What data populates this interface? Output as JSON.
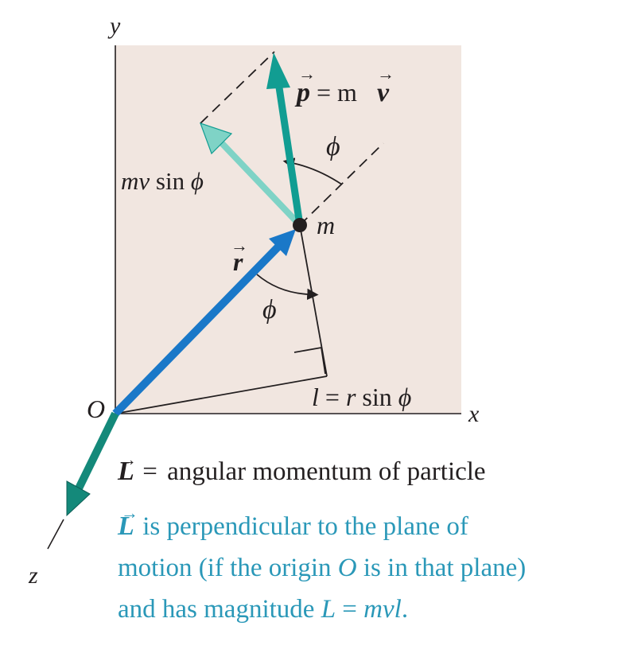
{
  "axes": {
    "x": "x",
    "y": "y",
    "z": "z",
    "origin": "O"
  },
  "labels": {
    "mass": "m",
    "p_vec": "p",
    "p_eq": " = m",
    "v_vec": "v",
    "r_vec": "r",
    "phi_top": "ϕ",
    "phi_bottom": "ϕ",
    "perp_component_1": "mv",
    "perp_component_2": " sin ",
    "perp_component_3": "ϕ",
    "lever_1": "l",
    "lever_2": " = ",
    "lever_3": "r",
    "lever_4": " sin ",
    "lever_5": "ϕ",
    "arrow_glyph": "→"
  },
  "definition": {
    "symbol": "L",
    "equals": " = ",
    "text": "angular momentum of particle"
  },
  "caption": {
    "line1_symbol": "L",
    "line1_text": " is perpendicular to the plane of",
    "line2_a": "motion (if the origin ",
    "line2_o": "O",
    "line2_b": " is in that plane)",
    "line3_a": "and has magnitude ",
    "line3_l": "L",
    "line3_eq": " = ",
    "line3_mvl": "mvl",
    "line3_dot": "."
  },
  "colors": {
    "plane_fill": "#f1e6e0",
    "r_vector": "#1a78c8",
    "p_vector": "#119d92",
    "perp_component": "#7fd3c6",
    "L_vector": "#14897a",
    "caption_text": "#2a98b8",
    "ink": "#231f20"
  }
}
